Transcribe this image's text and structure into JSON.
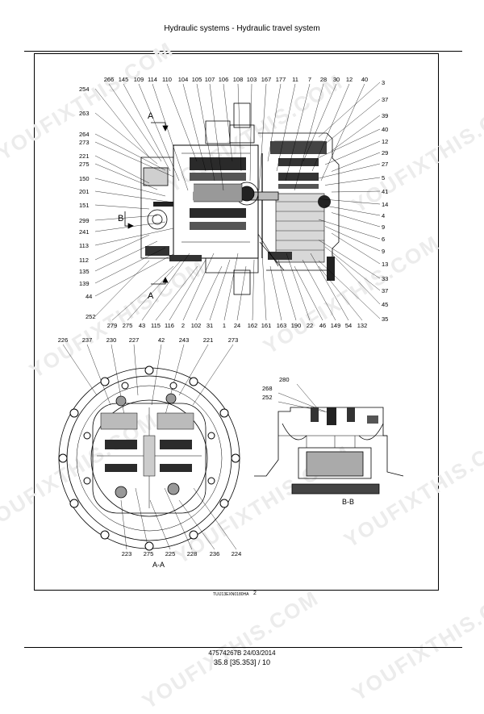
{
  "header": {
    "title": "Hydraulic systems - Hydraulic travel system"
  },
  "watermark": {
    "text": "YOUFIXTHIS.COM"
  },
  "figure": {
    "code": "TUIJ13EXN0180HA",
    "page": "2",
    "top_callouts": [
      "266",
      "145",
      "109",
      "114",
      "110",
      "104",
      "105",
      "107",
      "106",
      "108",
      "103",
      "167",
      "177",
      "11",
      "7",
      "28",
      "30",
      "12",
      "40"
    ],
    "right_callouts": [
      "3",
      "37",
      "39",
      "40",
      "12",
      "29",
      "27",
      "5",
      "41",
      "14",
      "4",
      "9",
      "6",
      "9",
      "13",
      "33",
      "37",
      "45",
      "35"
    ],
    "left_callouts": [
      "254",
      "263",
      "264",
      "273",
      "221",
      "275",
      "150",
      "201",
      "151",
      "299",
      "241",
      "113",
      "112",
      "135",
      "139",
      "44",
      "252"
    ],
    "bottom_callouts": [
      "279",
      "275",
      "43",
      "115",
      "116",
      "2",
      "102",
      "31",
      "1",
      "24",
      "162",
      "161",
      "163",
      "190",
      "22",
      "46",
      "149",
      "54",
      "132"
    ],
    "aa_top_callouts": [
      "226",
      "237",
      "230",
      "227",
      "42",
      "243",
      "221",
      "273"
    ],
    "aa_bottom_callouts": [
      "223",
      "275",
      "225",
      "228",
      "236",
      "224"
    ],
    "bb_callouts": [
      "280",
      "268",
      "252"
    ],
    "section_marks": {
      "a": "A",
      "b": "B"
    },
    "view_labels": {
      "aa": "A-A",
      "bb": "B-B"
    }
  },
  "footer": {
    "doc": "47574267B 24/03/2014",
    "page": "35.8 [35.353] / 10"
  }
}
